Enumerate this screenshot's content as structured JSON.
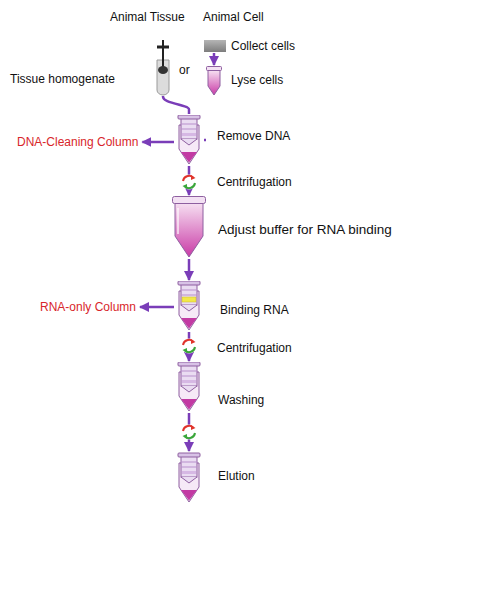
{
  "diagram": {
    "nodes": [
      {
        "text": [
          "Animal Tissue",
          "Tissue homogenate"
        ]
      },
      {
        "text": [
          "Animal Cell",
          "Collect cells"
        ]
      },
      {
        "text": [
          "Lyse cells"
        ]
      },
      {
        "text": [
          "Remove DNA"
        ]
      },
      {
        "text": [
          "Adjust buffer for RNA binding"
        ]
      },
      {
        "text": [
          "Binding RNA"
        ]
      },
      {
        "text": [
          "Washing"
        ]
      },
      {
        "text": [
          "Elution"
        ]
      },
      {
        "text": [
          "DNA-Cleaning Column"
        ]
      },
      {
        "text": [
          "RNA-only Column"
        ]
      }
    ],
    "edges": [
      {
        "from": 1,
        "to": 2,
        "arrow": "to"
      },
      {
        "from": 0,
        "to": 3,
        "arrow": "none"
      },
      {
        "from": 2,
        "to": 3,
        "arrow": "none"
      },
      {
        "from": 3,
        "to": 8,
        "arrow": "to"
      },
      {
        "from": 3,
        "to": 4,
        "label": "Centrifugation",
        "arrow": "to"
      },
      {
        "from": 4,
        "to": 5,
        "arrow": "to"
      },
      {
        "from": 5,
        "to": 9,
        "arrow": "to"
      },
      {
        "from": 5,
        "to": 6,
        "label": "Centrifugation",
        "arrow": "to"
      },
      {
        "from": 6,
        "to": 7,
        "arrow": "to"
      }
    ],
    "labels": [
      "or"
    ]
  }
}
